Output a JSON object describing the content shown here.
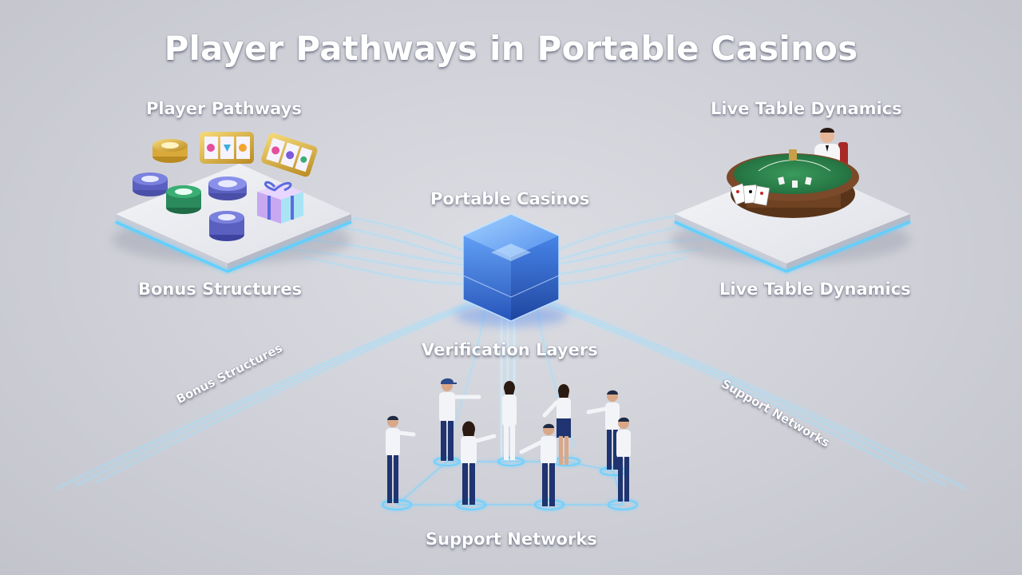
{
  "title": "Player Pathways in Portable Casinos",
  "nodes": {
    "player_pathways": "Player Pathways",
    "live_table_dynamics_top": "Live Table Dynamics",
    "portable_casinos": "Portable Casinos",
    "bonus_structures": "Bonus Structures",
    "live_table_dynamics_bottom": "Live Table Dynamics",
    "verification_layers": "Verification Layers",
    "support_networks": "Support Networks"
  },
  "path_labels": {
    "bonus_structures": "Bonus Structures",
    "support_networks": "Support Networks"
  },
  "icons": {
    "hub": "cube-icon",
    "left_platform": [
      "casino-chip-stack-icon",
      "slot-machine-reel-icon",
      "gift-box-icon"
    ],
    "right_platform": [
      "card-table-icon",
      "dealer-icon",
      "playing-cards-icon"
    ],
    "bottom_group": "people-group-icon"
  },
  "colors": {
    "background": "#cfd0d7",
    "glow": "#7fd3ff",
    "hub": "#2f6fe0",
    "table_felt": "#2f7d4a",
    "table_rim": "#7a4a2a",
    "people_shirt": "#f3f4f8",
    "people_pants": "#1f3470"
  }
}
